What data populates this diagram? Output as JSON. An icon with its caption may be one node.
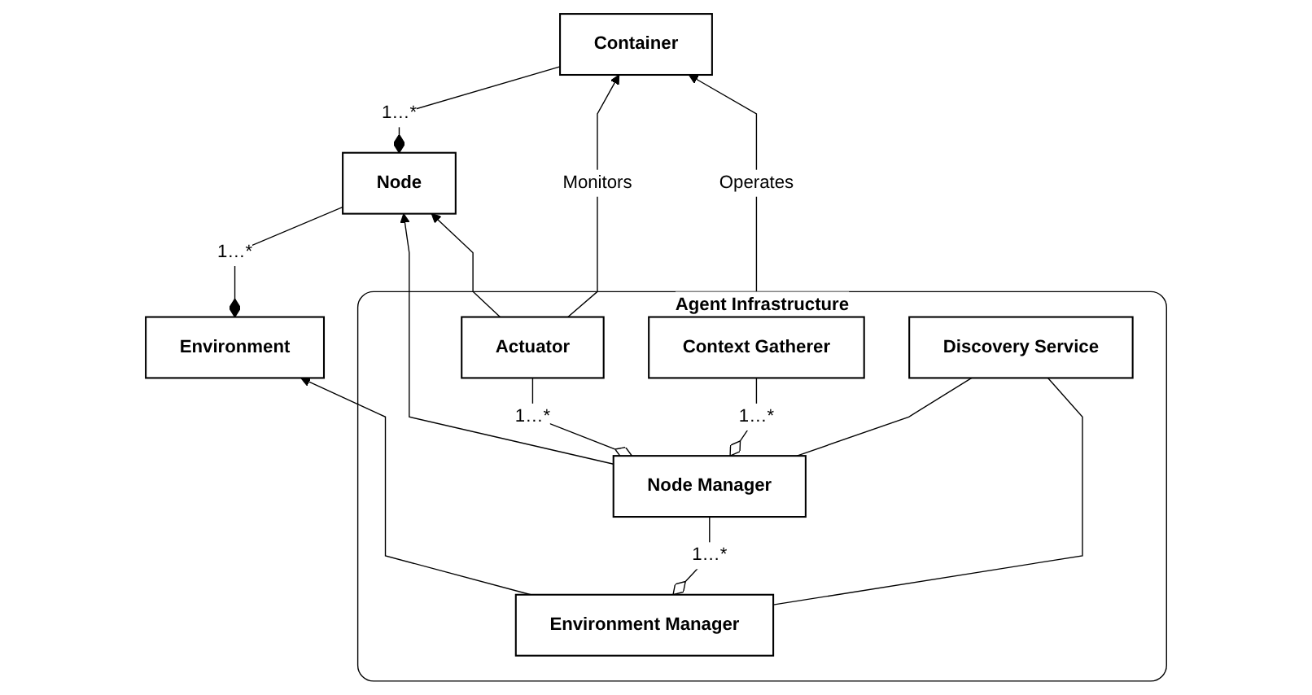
{
  "diagram": {
    "nodes": [
      {
        "text": [
          "Environment"
        ]
      },
      {
        "text": [
          "Node"
        ]
      },
      {
        "text": [
          "Container"
        ]
      },
      {
        "text": [
          "Agent Infrastructure"
        ]
      },
      {
        "text": [
          "Actuator"
        ],
        "in": 3
      },
      {
        "text": [
          "Environment Manager"
        ],
        "in": 3
      },
      {
        "text": [
          "Node Manager"
        ],
        "in": 3
      },
      {
        "text": [
          "Context Gatherer"
        ],
        "in": 3
      },
      {
        "text": [
          "Discovery Service"
        ],
        "in": 3
      }
    ],
    "edges": [
      {
        "from": 0,
        "to": 1,
        "arrow": "other",
        "label": "1…*"
      },
      {
        "from": 1,
        "to": 2,
        "arrow": "other",
        "label": "1…*"
      },
      {
        "from": 5,
        "to": 0,
        "arrow": "to"
      },
      {
        "from": 6,
        "to": 1,
        "arrow": "to"
      },
      {
        "from": 4,
        "to": 1,
        "arrow": "to"
      },
      {
        "from": 4,
        "to": 2,
        "arrow": "to",
        "label": "Monitors"
      },
      {
        "from": 7,
        "to": 2,
        "arrow": "to",
        "label": "Operates"
      },
      {
        "from": 6,
        "to": 4,
        "arrow": "other",
        "label": "1…*"
      },
      {
        "from": 5,
        "to": 6,
        "arrow": "other",
        "label": "1…*"
      },
      {
        "from": 6,
        "to": 7,
        "arrow": "other",
        "label": "1…*"
      },
      {
        "from": 5,
        "to": 8,
        "arrow": "none"
      },
      {
        "from": 6,
        "to": 8,
        "arrow": "none"
      }
    ]
  }
}
